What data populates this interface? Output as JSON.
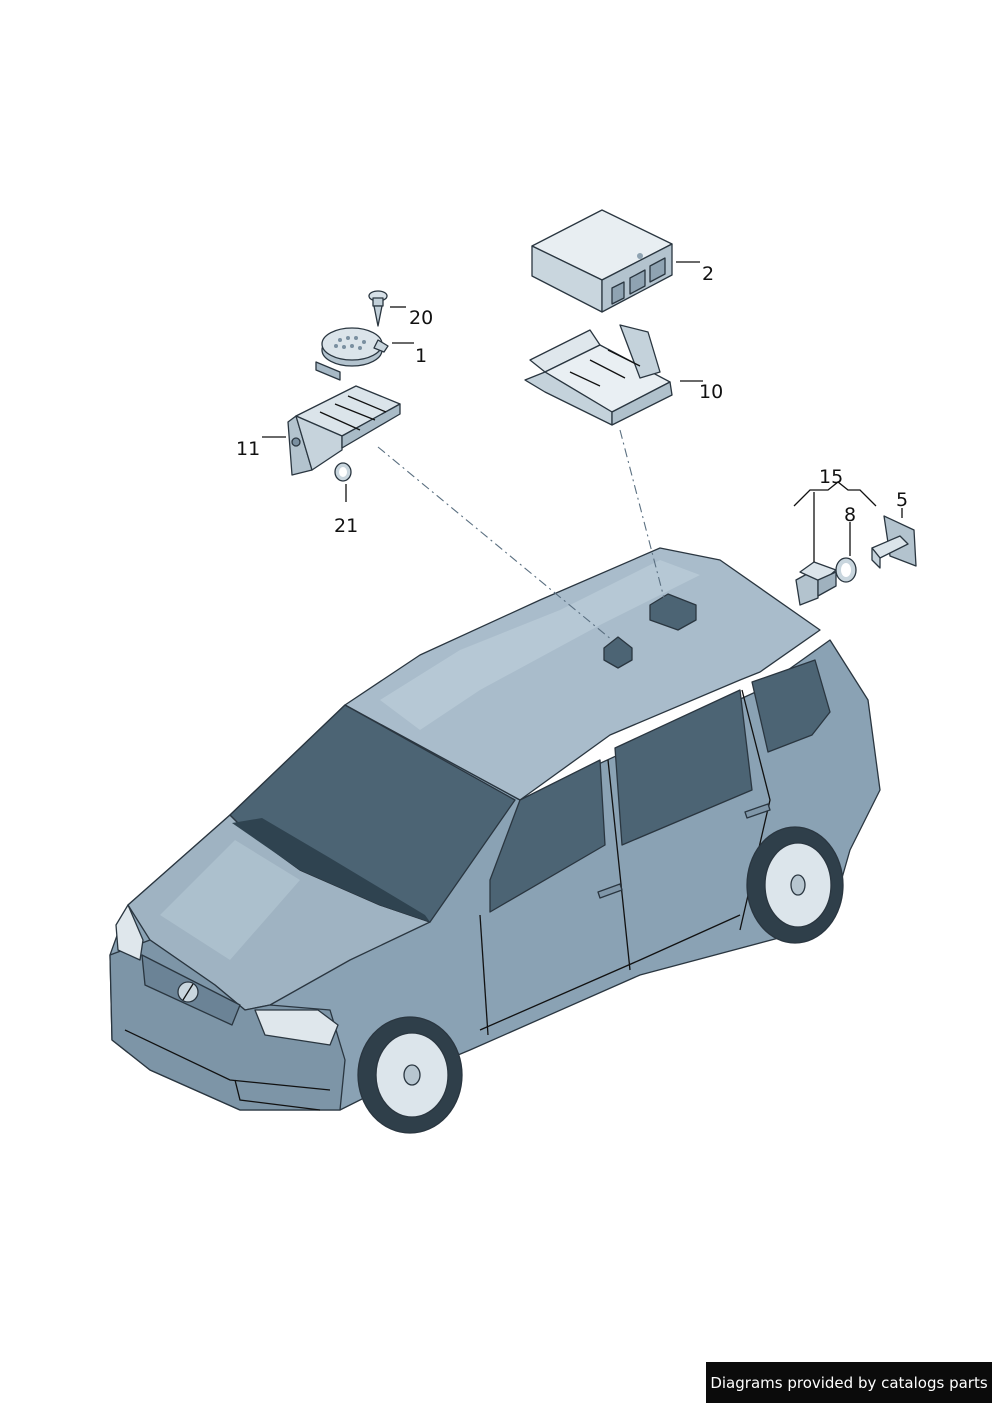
{
  "diagram": {
    "parts": [
      {
        "number": "2",
        "name": "control-unit"
      },
      {
        "number": "20",
        "name": "screw"
      },
      {
        "number": "1",
        "name": "buzzer"
      },
      {
        "number": "10",
        "name": "mounting-bracket"
      },
      {
        "number": "11",
        "name": "bracket"
      },
      {
        "number": "21",
        "name": "grommet"
      },
      {
        "number": "15",
        "name": "sensor-assembly"
      },
      {
        "number": "8",
        "name": "ring"
      },
      {
        "number": "5",
        "name": "sensor-holder"
      }
    ]
  },
  "footer": {
    "credit": "Diagrams provided by catalogs parts"
  },
  "colors": {
    "body": "#8aa2b4",
    "body_light": "#b7c9d4",
    "body_dark": "#6b8396",
    "glass": "#4c6474",
    "outline": "#2a3640",
    "part_fill": "#dde6ec",
    "credit_bg": "#0b0b0b"
  }
}
